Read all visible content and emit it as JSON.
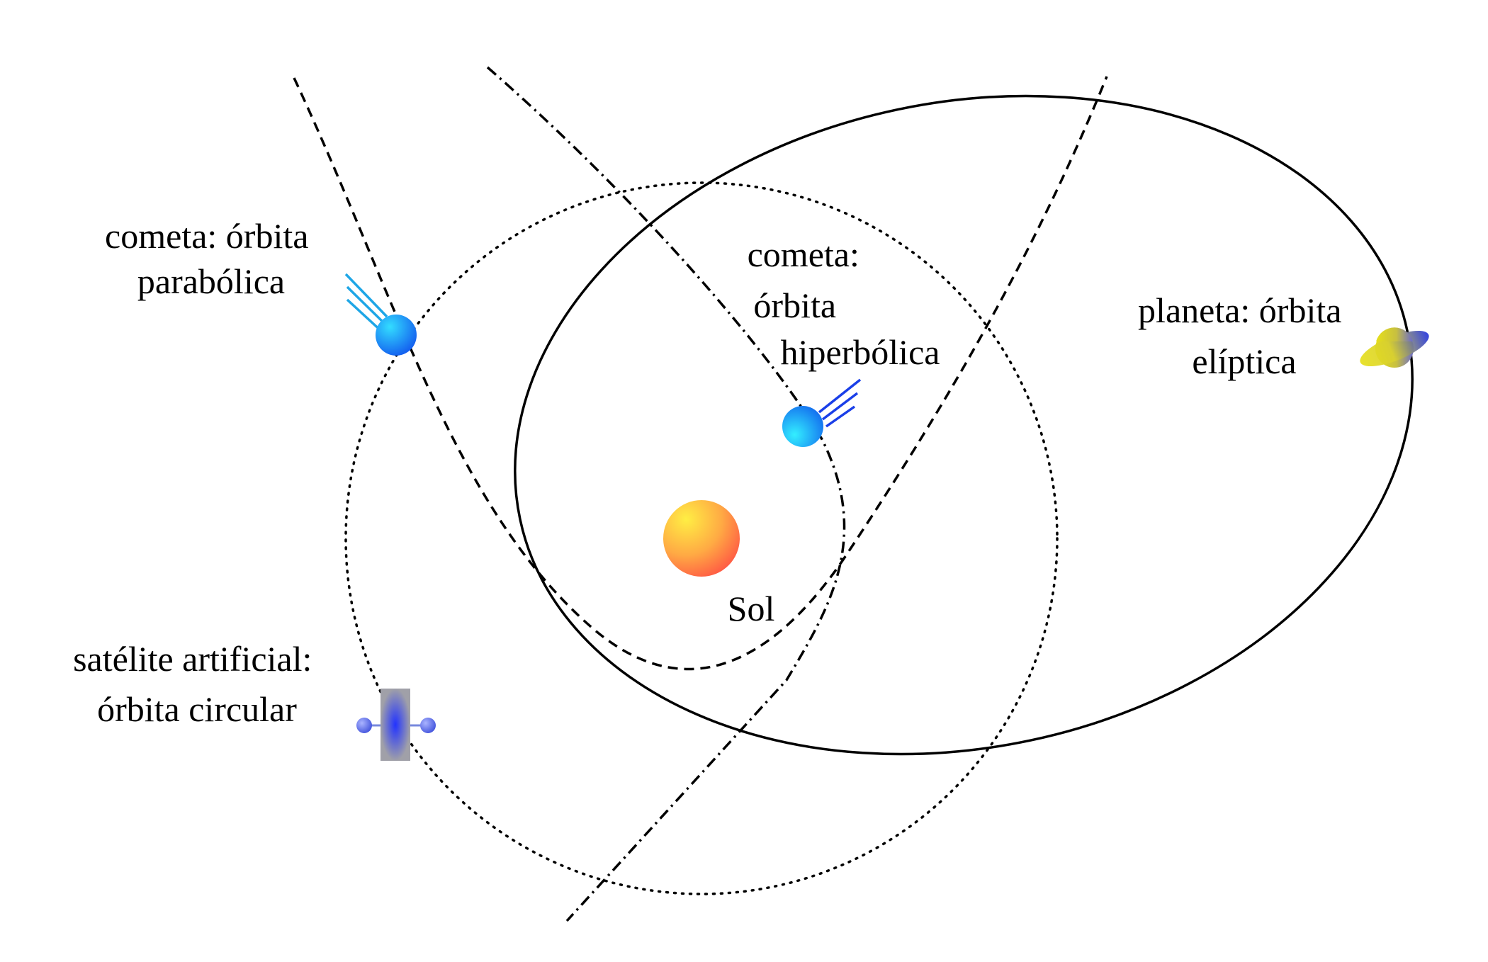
{
  "labels": {
    "parabolic": [
      "cometa: órbita",
      "parabólica"
    ],
    "hyperbolic": [
      "cometa:",
      "órbita",
      "hiperbólica"
    ],
    "elliptic": [
      "planeta: órbita",
      "elíptica"
    ],
    "circular": [
      "satélite artificial:",
      "órbita circular"
    ],
    "sun": "Sol"
  },
  "colors": {
    "line": "#000000",
    "sun_light": "#ffee44",
    "sun_dark": "#ff5544",
    "comet_light": "#33ddff",
    "comet_dark": "#1155ee",
    "parabolic_tail": "#1ea6e6",
    "hyperbolic_tail": "#1a3fe8",
    "planet_yellow": "#e6df1a",
    "planet_blue": "#2233dd",
    "satellite_body": "#a0a0a0",
    "satellite_core": "#2233ff",
    "satellite_panel": "#6677ee"
  },
  "icons": {
    "sun": "sun-icon",
    "parabolic_comet": "comet-icon",
    "hyperbolic_comet": "comet-icon",
    "planet": "ringed-planet-icon",
    "satellite": "satellite-icon"
  }
}
